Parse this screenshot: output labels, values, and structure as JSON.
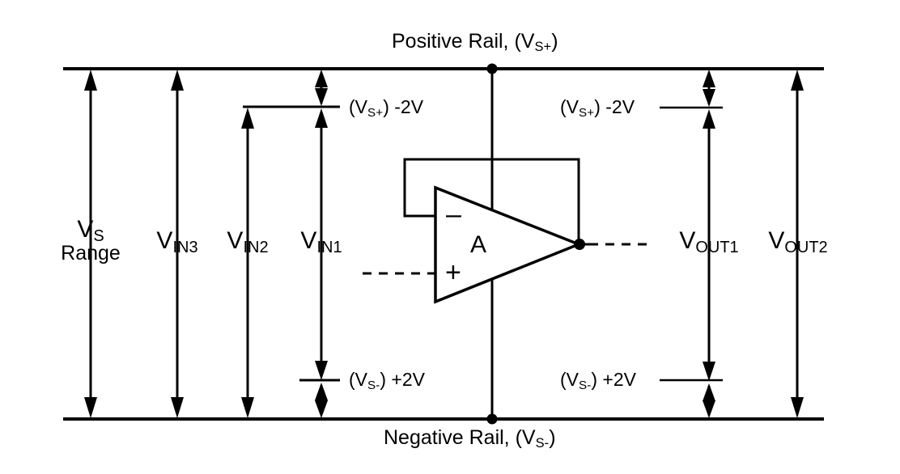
{
  "diagram": {
    "title_top": "Positive Rail, (V",
    "type": "op-amp-rail-headroom-diagram",
    "rails": {
      "positive": {
        "label_main": "Positive Rail, (V",
        "label_sub": "S+",
        "label_tail": ")"
      },
      "negative": {
        "label_main": "Negative Rail, (V",
        "label_sub": "S-",
        "label_tail": ")"
      }
    },
    "measures": [
      {
        "name": "vs-range",
        "base": "V",
        "sub": "S",
        "extra": "Range"
      },
      {
        "name": "vin3",
        "base": "V",
        "sub": "IN3",
        "extra": ""
      },
      {
        "name": "vin2",
        "base": "V",
        "sub": "IN2",
        "extra": ""
      },
      {
        "name": "vin1",
        "base": "V",
        "sub": "IN1",
        "extra": ""
      },
      {
        "name": "vout1",
        "base": "V",
        "sub": "OUT1",
        "extra": ""
      },
      {
        "name": "vout2",
        "base": "V",
        "sub": "OUT2",
        "extra": ""
      }
    ],
    "annotations": [
      {
        "name": "headroom-top-left",
        "prefix": "(V",
        "sub": "S+",
        "suffix": ") -2V"
      },
      {
        "name": "headroom-top-right",
        "prefix": "(V",
        "sub": "S+",
        "suffix": ") -2V"
      },
      {
        "name": "headroom-bottom-left",
        "prefix": "(V",
        "sub": "S-",
        "suffix": ") +2V"
      },
      {
        "name": "headroom-bottom-right",
        "prefix": "(V",
        "sub": "S-",
        "suffix": ") +2V"
      }
    ],
    "opamp": {
      "gain_label": "A",
      "inverting_sign": "–",
      "noninverting_sign": "+"
    },
    "colors": {
      "line": "#000000",
      "background": "#ffffff"
    }
  }
}
